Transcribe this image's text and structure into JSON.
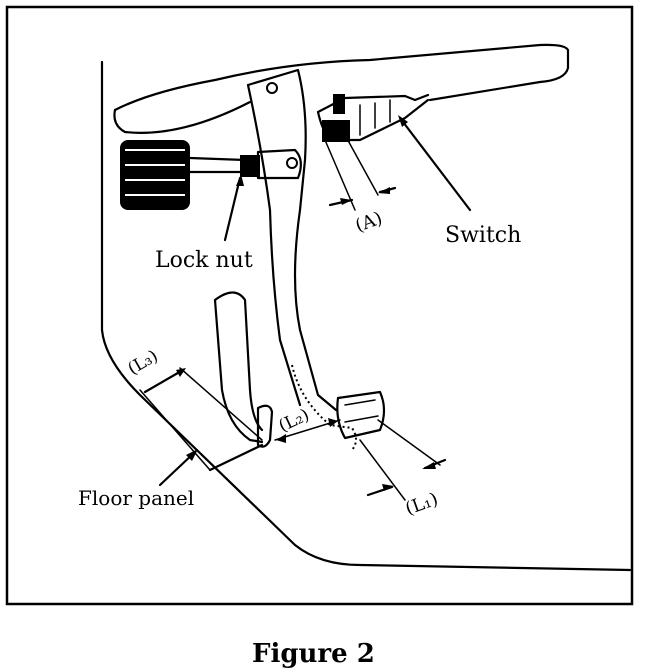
{
  "labels": {
    "lock_nut": "Lock nut",
    "switch": "Switch",
    "a": "(A)",
    "floor_panel": "Floor panel",
    "l1": "(L₁)",
    "l2": "(L₂)",
    "l3": "(L₃)"
  },
  "caption": "Figure 2"
}
